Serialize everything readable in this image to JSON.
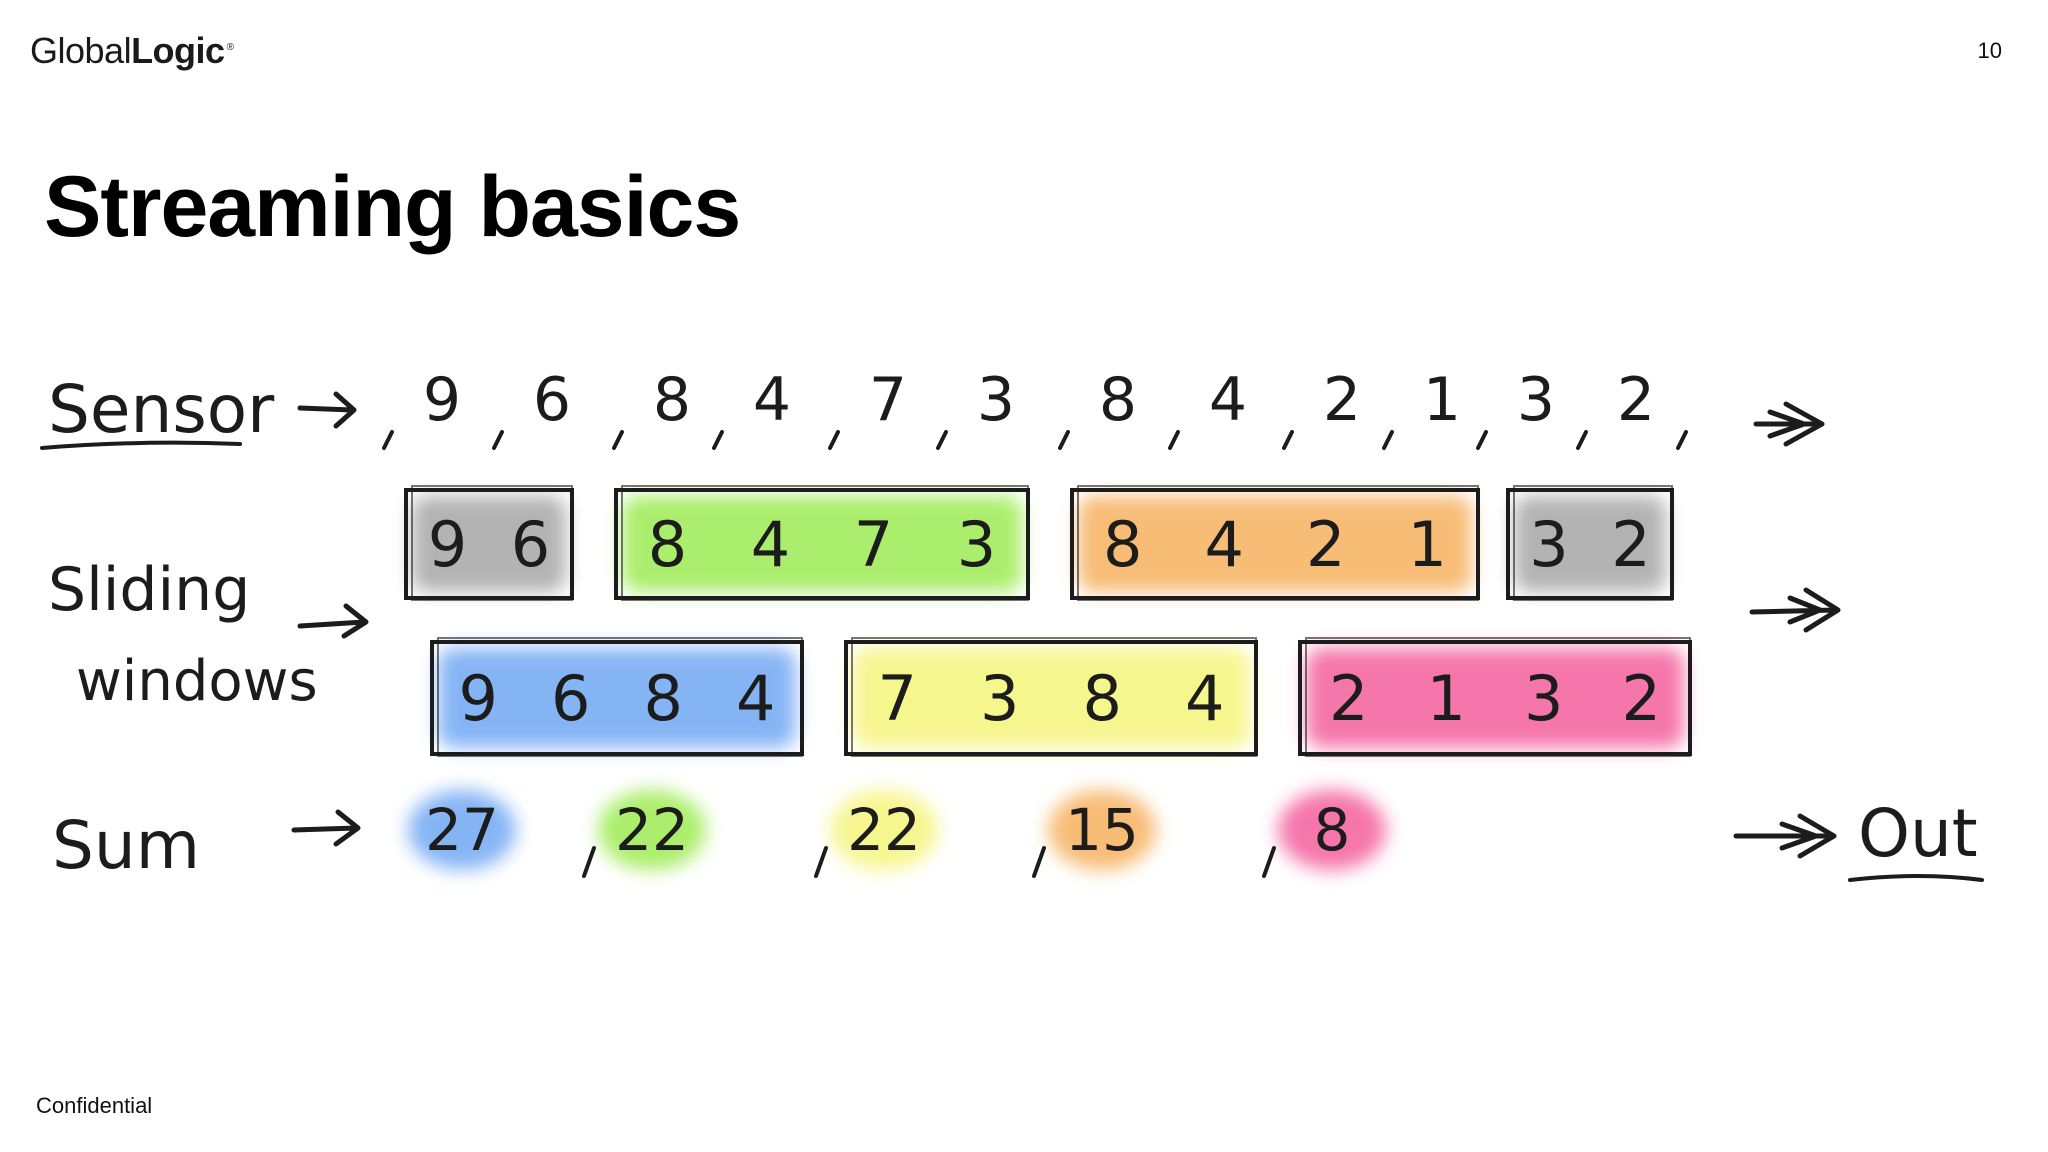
{
  "header": {
    "logo_light": "Global",
    "logo_bold": "Logic",
    "logo_mark": "®",
    "page_number": "10"
  },
  "slide": {
    "title": "Streaming basics",
    "footer": "Confidential"
  },
  "diagram": {
    "labels": {
      "sensor": "Sensor",
      "sliding_line1": "Sliding",
      "sliding_line2": "windows",
      "sum": "Sum",
      "out": "Out"
    },
    "sensor_values": [
      "9",
      "6",
      "8",
      "4",
      "7",
      "3",
      "8",
      "4",
      "2",
      "1",
      "3",
      "2"
    ],
    "windows_row1": [
      {
        "values": [
          "9",
          "6"
        ],
        "color": "#9a9a9a"
      },
      {
        "values": [
          "8",
          "4",
          "7",
          "3"
        ],
        "color": "#8fe83a"
      },
      {
        "values": [
          "8",
          "4",
          "2",
          "1"
        ],
        "color": "#f5a64a"
      },
      {
        "values": [
          "3",
          "2"
        ],
        "color": "#9a9a9a"
      }
    ],
    "windows_row2": [
      {
        "values": [
          "9",
          "6",
          "8",
          "4"
        ],
        "color": "#5d9bf2"
      },
      {
        "values": [
          "7",
          "3",
          "8",
          "4"
        ],
        "color": "#f4f36a"
      },
      {
        "values": [
          "2",
          "1",
          "3",
          "2"
        ],
        "color": "#f2498f"
      }
    ],
    "sums": [
      {
        "value": "27",
        "color": "#5d9bf2"
      },
      {
        "value": "22",
        "color": "#8fe83a"
      },
      {
        "value": "22",
        "color": "#f4f36a"
      },
      {
        "value": "15",
        "color": "#f5a64a"
      },
      {
        "value": "8",
        "color": "#f2498f"
      }
    ]
  }
}
